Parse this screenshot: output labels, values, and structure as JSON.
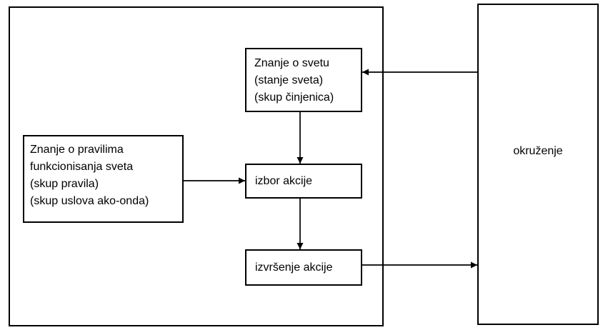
{
  "colors": {
    "border": "#000000",
    "background": "#ffffff",
    "text": "#000000"
  },
  "boxes": {
    "world_knowledge": {
      "lines": [
        "Znanje o svetu",
        "(stanje sveta)",
        "(skup činjenica)"
      ]
    },
    "rules_knowledge": {
      "lines": [
        "Znanje o pravilima",
        "funkcionisanja sveta",
        "(skup pravila)",
        "(skup uslova ako-onda)"
      ]
    },
    "action_selection": {
      "label": "izbor akcije"
    },
    "action_execution": {
      "label": "izvršenje akcije"
    },
    "environment": {
      "label": "okruženje"
    }
  }
}
